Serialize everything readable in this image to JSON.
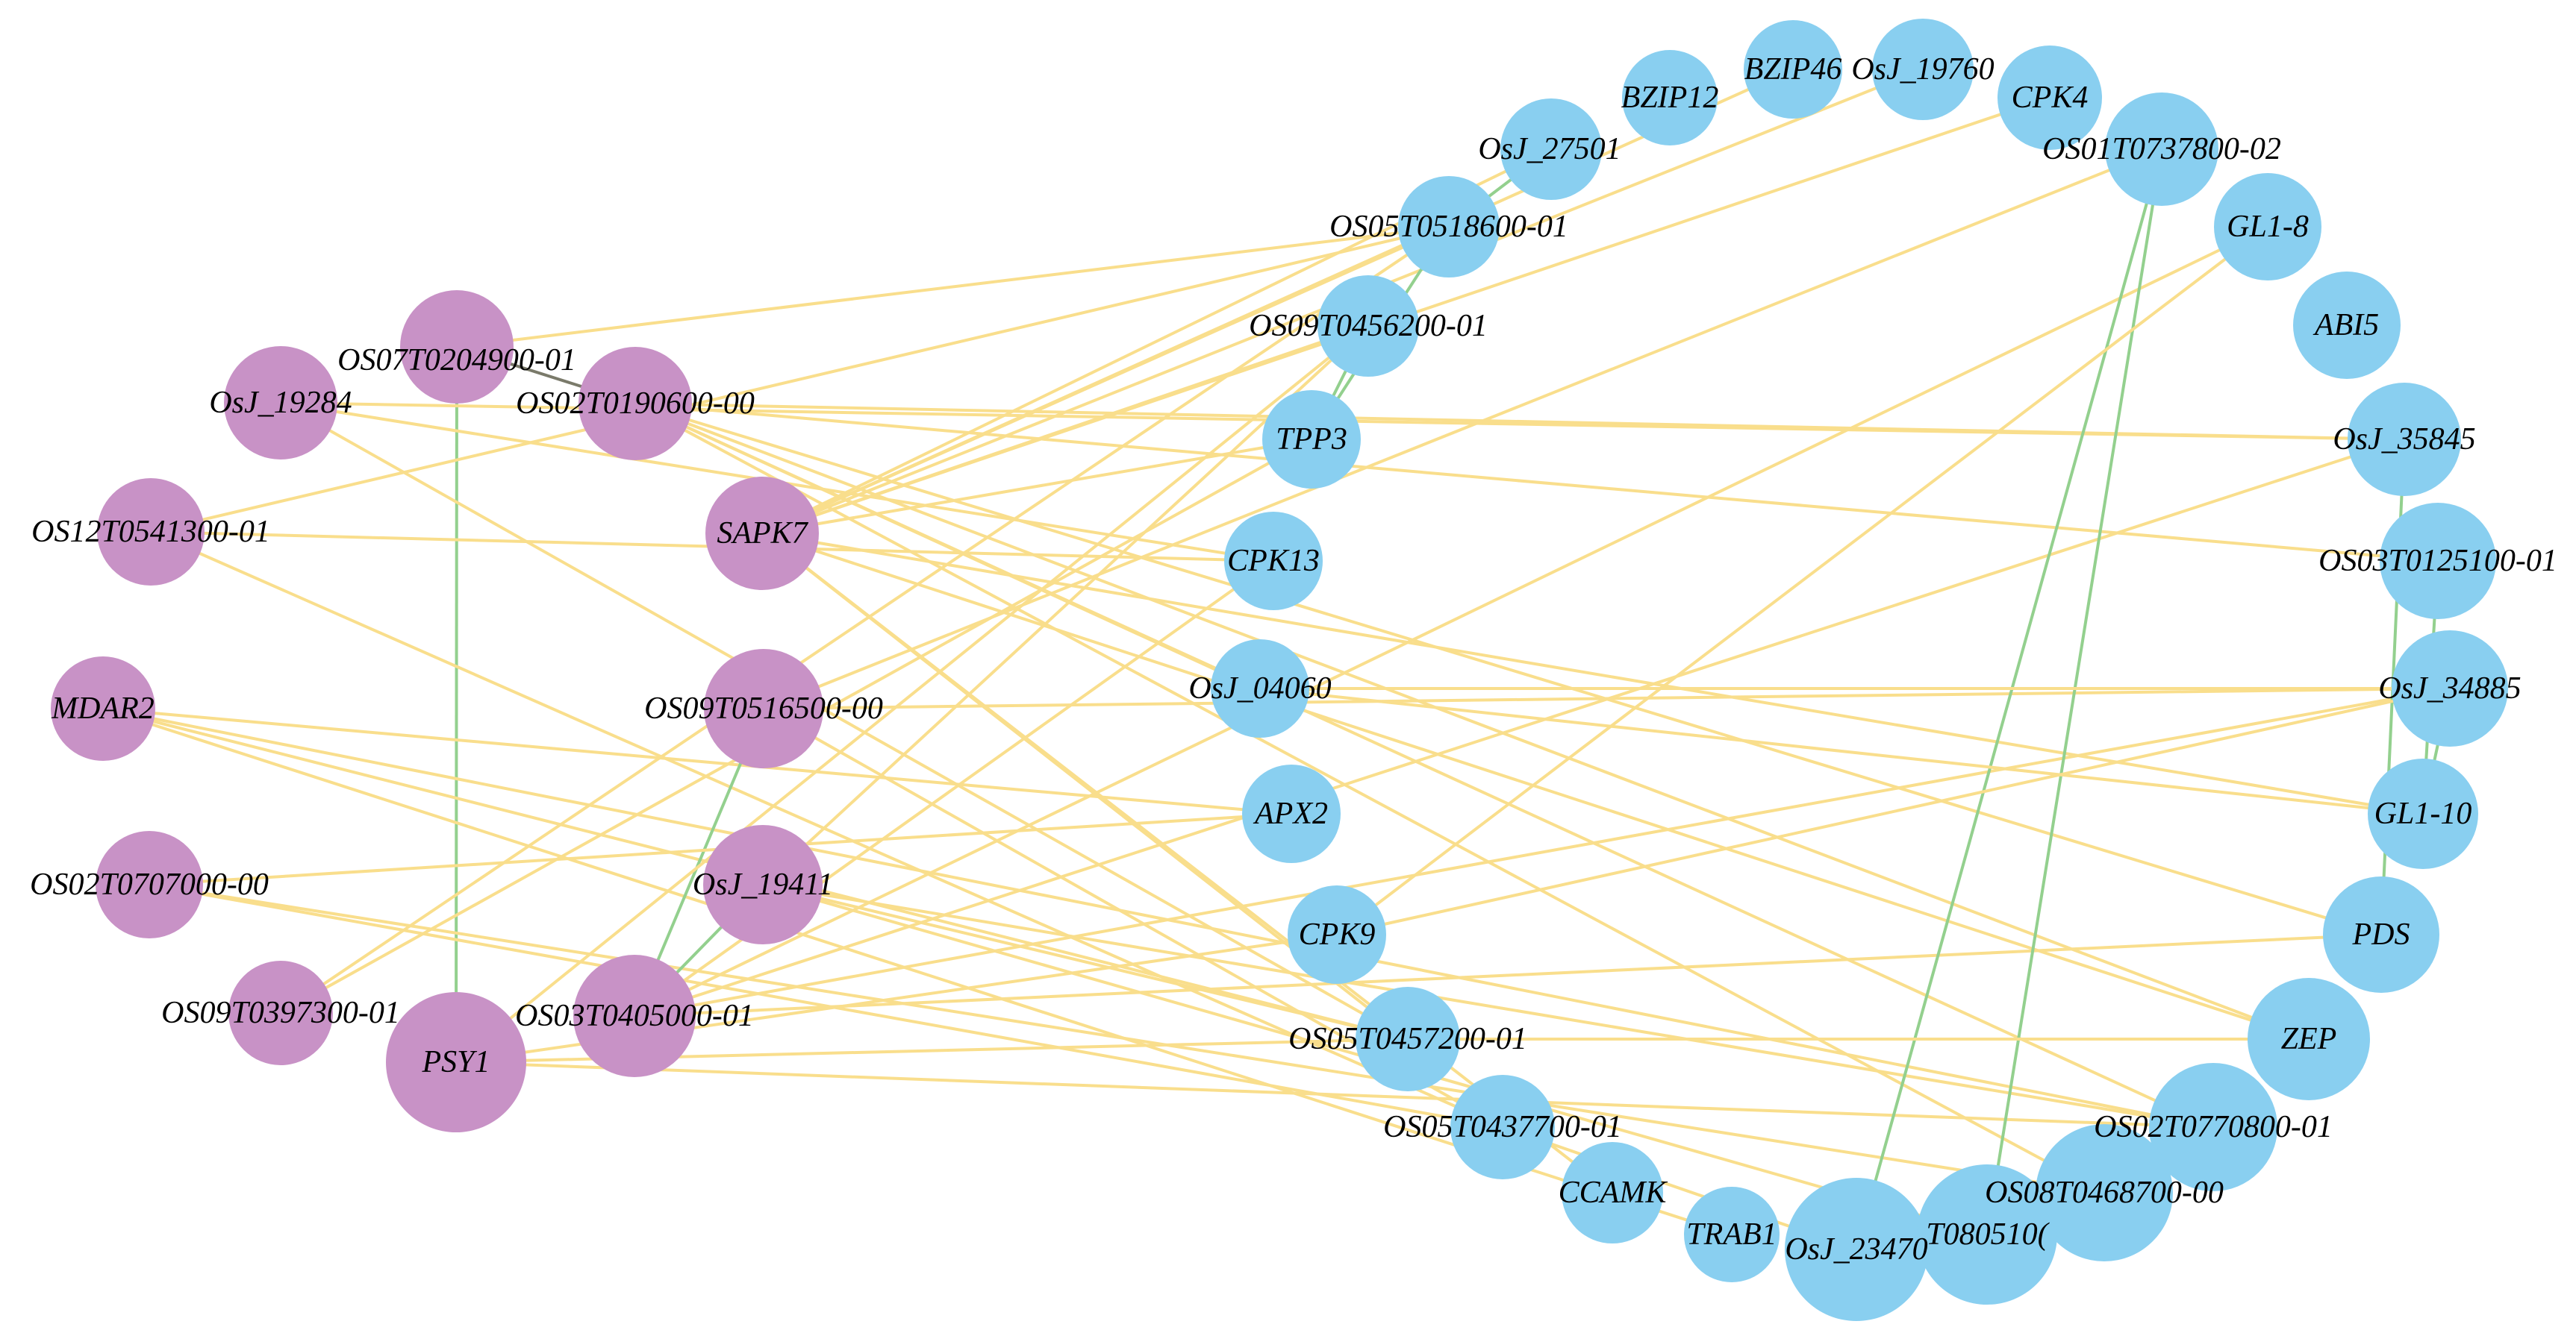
{
  "colors": {
    "purple_node": "#C892C6",
    "blue_node": "#89CFF0",
    "yellow_edge": "#F9DE8C",
    "green_edge": "#93D08E",
    "dark_edge": "#7A7A6A"
  },
  "nodes": [
    {
      "id": "OS07T0204900-01",
      "label": "OS07T0204900-01",
      "group": "purple"
    },
    {
      "id": "OsJ_19284",
      "label": "OsJ_19284",
      "group": "purple"
    },
    {
      "id": "OS02T0190600-00",
      "label": "OS02T0190600-00",
      "group": "purple"
    },
    {
      "id": "OS12T0541300-01",
      "label": "OS12T0541300-01",
      "group": "purple"
    },
    {
      "id": "SAPK7",
      "label": "SAPK7",
      "group": "purple"
    },
    {
      "id": "MDAR2",
      "label": "MDAR2",
      "group": "purple"
    },
    {
      "id": "OS09T0516500-00",
      "label": "OS09T0516500-00",
      "group": "purple"
    },
    {
      "id": "OS02T0707000-00",
      "label": "OS02T0707000-00",
      "group": "purple"
    },
    {
      "id": "OsJ_19411",
      "label": "OsJ_19411",
      "group": "purple"
    },
    {
      "id": "OS09T0397300-01",
      "label": "OS09T0397300-01",
      "group": "purple"
    },
    {
      "id": "PSY1",
      "label": "PSY1",
      "group": "purple"
    },
    {
      "id": "OS03T0405000-01",
      "label": "OS03T0405000-01",
      "group": "purple"
    },
    {
      "id": "BZIP12",
      "label": "BZIP12",
      "group": "blue"
    },
    {
      "id": "BZIP46",
      "label": "BZIP46",
      "group": "blue"
    },
    {
      "id": "OsJ_19760",
      "label": "OsJ_19760",
      "group": "blue"
    },
    {
      "id": "CPK4",
      "label": "CPK4",
      "group": "blue"
    },
    {
      "id": "OsJ_27501",
      "label": "OsJ_27501",
      "group": "blue"
    },
    {
      "id": "OS01T0737800-02",
      "label": "OS01T0737800-02",
      "group": "blue"
    },
    {
      "id": "OS05T0518600-01",
      "label": "OS05T0518600-01",
      "group": "blue"
    },
    {
      "id": "GL1-8",
      "label": "GL1-8",
      "group": "blue"
    },
    {
      "id": "ABI5",
      "label": "ABI5",
      "group": "blue"
    },
    {
      "id": "OS09T0456200-01",
      "label": "OS09T0456200-01",
      "group": "blue"
    },
    {
      "id": "TPP3",
      "label": "TPP3",
      "group": "blue"
    },
    {
      "id": "OsJ_35845",
      "label": "OsJ_35845",
      "group": "blue"
    },
    {
      "id": "CPK13",
      "label": "CPK13",
      "group": "blue"
    },
    {
      "id": "OS03T0125100-01",
      "label": "OS03T0125100-01",
      "group": "blue"
    },
    {
      "id": "OsJ_04060",
      "label": "OsJ_04060",
      "group": "blue"
    },
    {
      "id": "OsJ_34885",
      "label": "OsJ_34885",
      "group": "blue"
    },
    {
      "id": "APX2",
      "label": "APX2",
      "group": "blue"
    },
    {
      "id": "GL1-10",
      "label": "GL1-10",
      "group": "blue"
    },
    {
      "id": "CPK9",
      "label": "CPK9",
      "group": "blue"
    },
    {
      "id": "PDS",
      "label": "PDS",
      "group": "blue"
    },
    {
      "id": "OS05T0457200-01",
      "label": "OS05T0457200-01",
      "group": "blue"
    },
    {
      "id": "ZEP",
      "label": "ZEP",
      "group": "blue"
    },
    {
      "id": "OS02T0770800-01",
      "label": "OS02T0770800-01",
      "group": "blue"
    },
    {
      "id": "OS05T0437700-01",
      "label": "OS05T0437700-01",
      "group": "blue"
    },
    {
      "id": "OS08T0468700-00",
      "label": "OS08T0468700-00",
      "group": "blue"
    },
    {
      "id": "CCAMK",
      "label": "CCAMK",
      "group": "blue"
    },
    {
      "id": "TRAB1",
      "label": "TRAB1",
      "group": "blue"
    },
    {
      "id": "OsJ_23470",
      "label": "OsJ_23470",
      "group": "blue"
    },
    {
      "id": "T0805100",
      "label": "T080510(",
      "group": "blue"
    }
  ],
  "edges": [
    {
      "s": "OS07T0204900-01",
      "t": "OS02T0190600-00",
      "type": "dark"
    },
    {
      "s": "OS07T0204900-01",
      "t": "PSY1",
      "type": "green"
    },
    {
      "s": "OS07T0204900-01",
      "t": "OS05T0518600-01",
      "type": "yellow"
    },
    {
      "s": "OsJ_19284",
      "t": "OsJ_35845",
      "type": "yellow"
    },
    {
      "s": "OsJ_19284",
      "t": "CPK13",
      "type": "yellow"
    },
    {
      "s": "OsJ_19284",
      "t": "OS05T0457200-01",
      "type": "yellow"
    },
    {
      "s": "OS02T0190600-00",
      "t": "OsJ_35845",
      "type": "yellow"
    },
    {
      "s": "OS02T0190600-00",
      "t": "OS03T0125100-01",
      "type": "yellow"
    },
    {
      "s": "OS02T0190600-00",
      "t": "ZEP",
      "type": "yellow"
    },
    {
      "s": "OS02T0190600-00",
      "t": "OS02T0770800-01",
      "type": "yellow"
    },
    {
      "s": "OS02T0190600-00",
      "t": "OsJ_04060",
      "type": "yellow"
    },
    {
      "s": "OS02T0190600-00",
      "t": "PDS",
      "type": "yellow"
    },
    {
      "s": "OS02T0190600-00",
      "t": "OS08T0468700-00",
      "type": "yellow"
    },
    {
      "s": "OS12T0541300-01",
      "t": "OS05T0518600-01",
      "type": "yellow"
    },
    {
      "s": "OS12T0541300-01",
      "t": "CPK13",
      "type": "yellow"
    },
    {
      "s": "OS12T0541300-01",
      "t": "OS05T0437700-01",
      "type": "yellow"
    },
    {
      "s": "SAPK7",
      "t": "OsJ_19760",
      "type": "yellow"
    },
    {
      "s": "SAPK7",
      "t": "CPK4",
      "type": "yellow"
    },
    {
      "s": "SAPK7",
      "t": "OsJ_27501",
      "type": "yellow"
    },
    {
      "s": "SAPK7",
      "t": "BZIP46",
      "type": "yellow"
    },
    {
      "s": "SAPK7",
      "t": "OS09T0456200-01",
      "type": "yellow"
    },
    {
      "s": "SAPK7",
      "t": "TPP3",
      "type": "yellow"
    },
    {
      "s": "SAPK7",
      "t": "OS05T0518600-01",
      "type": "yellow"
    },
    {
      "s": "SAPK7",
      "t": "ZEP",
      "type": "yellow"
    },
    {
      "s": "SAPK7",
      "t": "CCAMK",
      "type": "yellow"
    },
    {
      "s": "SAPK7",
      "t": "OS05T0457200-01",
      "type": "yellow"
    },
    {
      "s": "SAPK7",
      "t": "GL1-10",
      "type": "yellow"
    },
    {
      "s": "MDAR2",
      "t": "APX2",
      "type": "yellow"
    },
    {
      "s": "MDAR2",
      "t": "OS05T0457200-01",
      "type": "yellow"
    },
    {
      "s": "MDAR2",
      "t": "TRAB1",
      "type": "yellow"
    },
    {
      "s": "MDAR2",
      "t": "OS02T0770800-01",
      "type": "yellow"
    },
    {
      "s": "OS09T0516500-00",
      "t": "OS01T0737800-02",
      "type": "yellow"
    },
    {
      "s": "OS09T0516500-00",
      "t": "OsJ_34885",
      "type": "yellow"
    },
    {
      "s": "OS09T0516500-00",
      "t": "OS05T0437700-01",
      "type": "yellow"
    },
    {
      "s": "OS09T0516500-00",
      "t": "OS03T0405000-01",
      "type": "green"
    },
    {
      "s": "OS02T0707000-00",
      "t": "APX2",
      "type": "yellow"
    },
    {
      "s": "OS02T0707000-00",
      "t": "OS05T0437700-01",
      "type": "yellow"
    },
    {
      "s": "OS02T0707000-00",
      "t": "OS08T0468700-00",
      "type": "yellow"
    },
    {
      "s": "OsJ_19411",
      "t": "OS05T0457200-01",
      "type": "yellow"
    },
    {
      "s": "OsJ_19411",
      "t": "OS02T0770800-01",
      "type": "yellow"
    },
    {
      "s": "OsJ_19411",
      "t": "T0805100",
      "type": "yellow"
    },
    {
      "s": "OsJ_19411",
      "t": "OS09T0456200-01",
      "type": "yellow"
    },
    {
      "s": "OsJ_19411",
      "t": "OS03T0405000-01",
      "type": "green"
    },
    {
      "s": "OS09T0397300-01",
      "t": "OS05T0518600-01",
      "type": "yellow"
    },
    {
      "s": "OS09T0397300-01",
      "t": "TPP3",
      "type": "yellow"
    },
    {
      "s": "PSY1",
      "t": "OS09T0456200-01",
      "type": "yellow"
    },
    {
      "s": "PSY1",
      "t": "CPK9",
      "type": "yellow"
    },
    {
      "s": "PSY1",
      "t": "OS05T0457200-01",
      "type": "yellow"
    },
    {
      "s": "PSY1",
      "t": "OS02T0770800-01",
      "type": "yellow"
    },
    {
      "s": "OS03T0405000-01",
      "t": "OsJ_35845",
      "type": "yellow"
    },
    {
      "s": "OS03T0405000-01",
      "t": "GL1-8",
      "type": "yellow"
    },
    {
      "s": "OS03T0405000-01",
      "t": "OsJ_34885",
      "type": "yellow"
    },
    {
      "s": "OS03T0405000-01",
      "t": "CPK13",
      "type": "yellow"
    },
    {
      "s": "OS03T0405000-01",
      "t": "PDS",
      "type": "yellow"
    },
    {
      "s": "OS05T0518600-01",
      "t": "TPP3",
      "type": "green"
    },
    {
      "s": "OS05T0518600-01",
      "t": "OsJ_27501",
      "type": "green"
    },
    {
      "s": "OS09T0456200-01",
      "t": "TPP3",
      "type": "green"
    },
    {
      "s": "OS01T0737800-02",
      "t": "OsJ_23470",
      "type": "green"
    },
    {
      "s": "OS01T0737800-02",
      "t": "T0805100",
      "type": "green"
    },
    {
      "s": "OsJ_35845",
      "t": "PDS",
      "type": "green"
    },
    {
      "s": "OS03T0125100-01",
      "t": "GL1-10",
      "type": "green"
    },
    {
      "s": "OsJ_34885",
      "t": "GL1-10",
      "type": "green"
    },
    {
      "s": "OsJ_04060",
      "t": "OsJ_34885",
      "type": "yellow"
    },
    {
      "s": "OsJ_04060",
      "t": "GL1-10",
      "type": "yellow"
    },
    {
      "s": "CPK9",
      "t": "OsJ_34885",
      "type": "yellow"
    },
    {
      "s": "CPK9",
      "t": "GL1-8",
      "type": "yellow"
    },
    {
      "s": "OS05T0457200-01",
      "t": "ZEP",
      "type": "yellow"
    },
    {
      "s": "OS05T0437700-01",
      "t": "OsJ_23470",
      "type": "yellow"
    }
  ]
}
